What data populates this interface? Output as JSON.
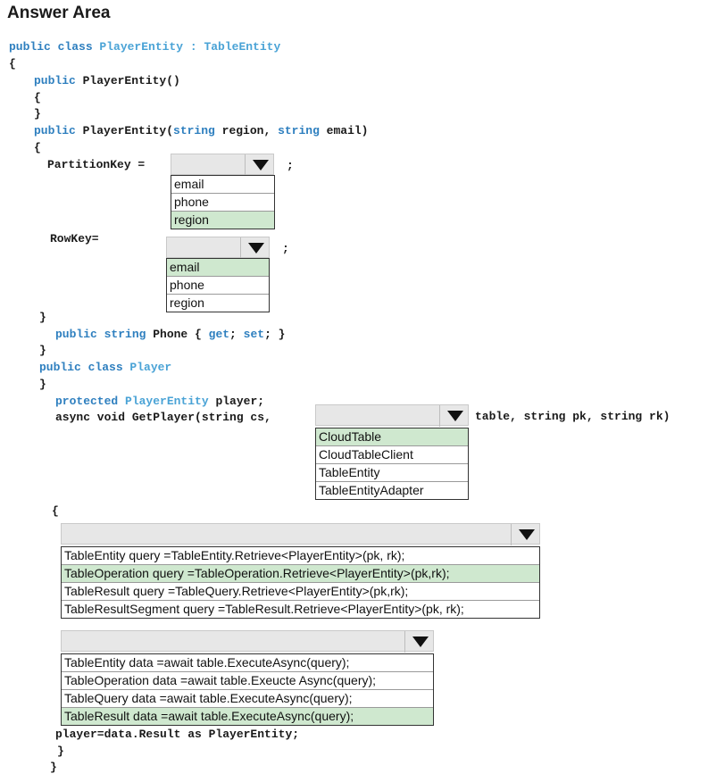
{
  "page": {
    "title": "Answer Area"
  },
  "code": {
    "l1_kw1": "public class ",
    "l1_type": "PlayerEntity : TableEntity",
    "l2": "{",
    "l3_kw": "public ",
    "l3_rest": "PlayerEntity()",
    "l4": "{",
    "l5": "}",
    "l6_kw": "public ",
    "l6_a": "PlayerEntity(",
    "l6_kw2": "string ",
    "l6_b": "region, ",
    "l6_kw3": "string ",
    "l6_c": "email)",
    "l7": "{",
    "partition_label": "PartitionKey =",
    "partition_semicolon": ";",
    "rowkey_label": "RowKey=",
    "rowkey_semicolon": ";",
    "l_close1": "}",
    "phone_kw": "public string ",
    "phone_a": "Phone { ",
    "phone_get": "get",
    "phone_b": "; ",
    "phone_set": "set",
    "phone_c": "; }",
    "l_close2": "}",
    "player_kw": "public class ",
    "player_type": "Player",
    "l_close3": "}",
    "prot_kw": "protected ",
    "prot_type": "PlayerEntity",
    "prot_rest": " player;",
    "async_text": "async void GetPlayer(string cs,",
    "async_tail": "table, string pk, string rk)",
    "l_open": "{",
    "result_line": "player=data.Result as PlayerEntity;",
    "l_close4": "}",
    "l_close5": "}"
  },
  "dropdowns": {
    "partition": {
      "options": [
        "email",
        "phone",
        "region"
      ],
      "selected": "region"
    },
    "rowkey": {
      "options": [
        "email",
        "phone",
        "region"
      ],
      "selected": "email"
    },
    "table_type": {
      "options": [
        "CloudTable",
        "CloudTableClient",
        "TableEntity",
        "TableEntityAdapter"
      ],
      "selected": "CloudTable"
    },
    "query": {
      "options": [
        "TableEntity query =TableEntity.Retrieve<PlayerEntity>(pk, rk);",
        "TableOperation query =TableOperation.Retrieve<PlayerEntity>(pk,rk);",
        "TableResult query =TableQuery.Retrieve<PlayerEntity>(pk,rk);",
        "TableResultSegment query =TableResult.Retrieve<PlayerEntity>(pk, rk);"
      ],
      "selected": "TableOperation query =TableOperation.Retrieve<PlayerEntity>(pk,rk);"
    },
    "data": {
      "options": [
        "TableEntity data =await table.ExecuteAsync(query);",
        "TableOperation data =await table.Exeucte Async(query);",
        "TableQuery data =await table.ExecuteAsync(query);",
        "TableResult data =await table.ExecuteAsync(query);"
      ],
      "selected": "TableResult data =await table.ExecuteAsync(query);"
    }
  },
  "colors": {
    "keyword": "#2e7fbf",
    "type": "#4aa3d6",
    "selected_bg": "#cfe8cf",
    "dropdown_bg": "#e7e7e7"
  },
  "icons": {
    "dropdown_arrow": "triangle-down-icon"
  }
}
